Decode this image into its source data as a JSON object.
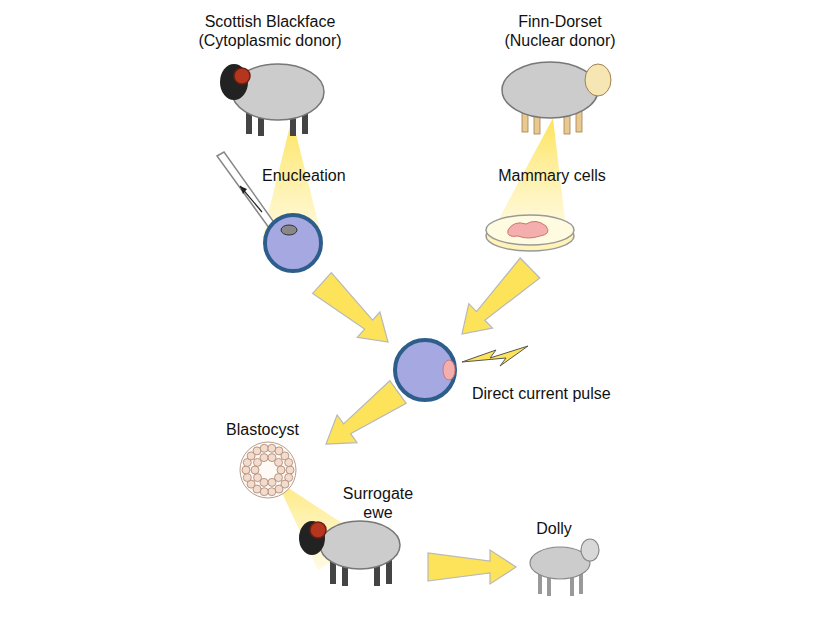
{
  "diagram": {
    "labels": [
      "Scottish Blackface (Cytoplasmic donor)",
      "Finn-Dorset (Nuclear donor)",
      "Enucleation",
      "Mammary cells",
      "Direct current pulse",
      "Blastocyst",
      "Surrogate ewe",
      "Dolly"
    ]
  }
}
